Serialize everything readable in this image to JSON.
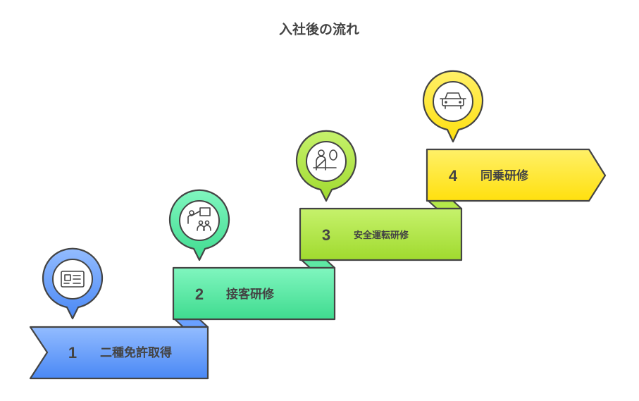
{
  "title": "入社後の流れ",
  "steps": [
    {
      "number": "1",
      "label": "二種免許取得",
      "icon": "id-card-icon",
      "color_top": "#93bcff",
      "color_bottom": "#4a88f5"
    },
    {
      "number": "2",
      "label": "接客研修",
      "icon": "presentation-icon",
      "color_top": "#80f6bf",
      "color_bottom": "#3fdb8f"
    },
    {
      "number": "3",
      "label": "安全運転研修",
      "icon": "seatbelt-icon",
      "color_top": "#c6f26c",
      "color_bottom": "#a0da2e"
    },
    {
      "number": "4",
      "label": "同乗研修",
      "icon": "car-icon",
      "color_top": "#fff068",
      "color_bottom": "#ffe00e"
    }
  ]
}
